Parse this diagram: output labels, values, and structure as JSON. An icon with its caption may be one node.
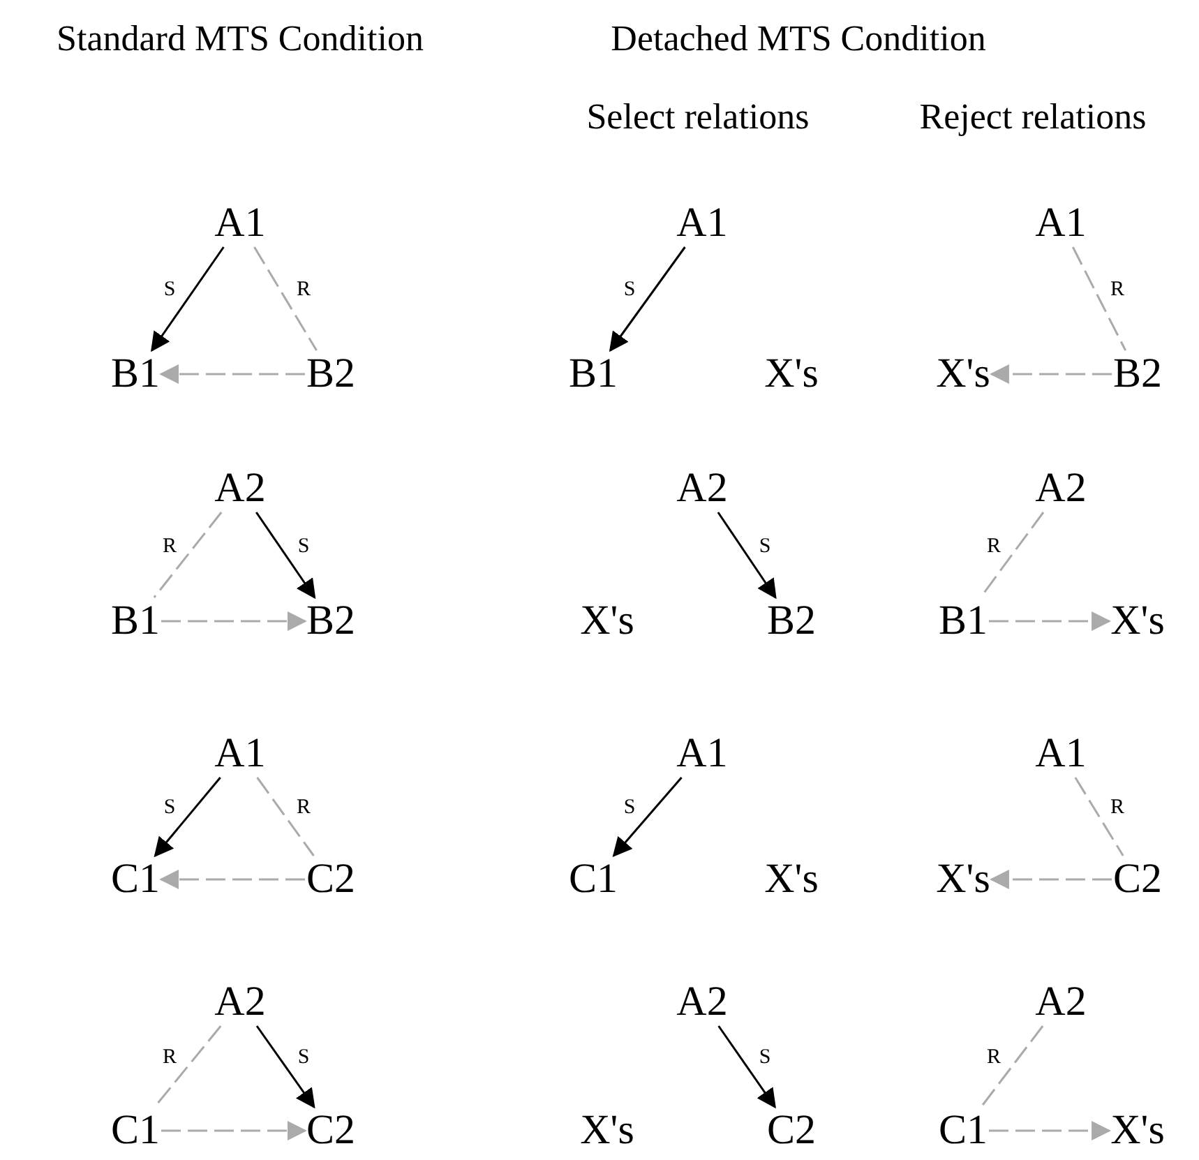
{
  "diagram": {
    "nodes": [
      {
        "text": [
          "A1"
        ]
      },
      {
        "text": [
          "B1"
        ]
      },
      {
        "text": [
          "B2"
        ]
      },
      {
        "text": [
          "A1"
        ]
      },
      {
        "text": [
          "B1"
        ]
      },
      {
        "text": [
          "A1"
        ]
      },
      {
        "text": [
          "X's"
        ]
      },
      {
        "text": [
          "B2"
        ]
      },
      {
        "text": [
          "A2"
        ]
      },
      {
        "text": [
          "B1"
        ]
      },
      {
        "text": [
          "B2"
        ]
      },
      {
        "text": [
          "A2"
        ]
      },
      {
        "text": [
          "B2"
        ]
      },
      {
        "text": [
          "A2"
        ]
      },
      {
        "text": [
          "B1"
        ]
      },
      {
        "text": [
          "X's"
        ]
      },
      {
        "text": [
          "A1"
        ]
      },
      {
        "text": [
          "C1"
        ]
      },
      {
        "text": [
          "C2"
        ]
      },
      {
        "text": [
          "A1"
        ]
      },
      {
        "text": [
          "C1"
        ]
      },
      {
        "text": [
          "A1"
        ]
      },
      {
        "text": [
          "X's"
        ]
      },
      {
        "text": [
          "C2"
        ]
      },
      {
        "text": [
          "A2"
        ]
      },
      {
        "text": [
          "C1"
        ]
      },
      {
        "text": [
          "C2"
        ]
      },
      {
        "text": [
          "A2"
        ]
      },
      {
        "text": [
          "C2"
        ]
      },
      {
        "text": [
          "A2"
        ]
      },
      {
        "text": [
          "C1"
        ]
      },
      {
        "text": [
          "X's"
        ]
      }
    ],
    "edges": [
      {
        "from": 0,
        "to": 1,
        "arrow": "to",
        "label": "S",
        "color": "#000000"
      },
      {
        "from": 0,
        "to": 2,
        "arrow": "none",
        "label": "R",
        "style": "dashed",
        "color": "#aaaaaa"
      },
      {
        "from": 2,
        "to": 1,
        "arrow": "to",
        "style": "dashed",
        "color": "#aaaaaa"
      },
      {
        "from": 3,
        "to": 4,
        "arrow": "to",
        "label": "S",
        "color": "#000000"
      },
      {
        "from": 5,
        "to": 7,
        "arrow": "none",
        "label": "R",
        "style": "dashed",
        "color": "#aaaaaa"
      },
      {
        "from": 7,
        "to": 6,
        "arrow": "to",
        "style": "dashed",
        "color": "#aaaaaa"
      },
      {
        "from": 8,
        "to": 10,
        "arrow": "to",
        "label": "S",
        "color": "#000000"
      },
      {
        "from": 8,
        "to": 9,
        "arrow": "none",
        "label": "R",
        "style": "dashed",
        "color": "#aaaaaa"
      },
      {
        "from": 9,
        "to": 10,
        "arrow": "to",
        "style": "dashed",
        "color": "#aaaaaa"
      },
      {
        "from": 11,
        "to": 12,
        "arrow": "to",
        "label": "S",
        "color": "#000000"
      },
      {
        "from": 13,
        "to": 14,
        "arrow": "none",
        "label": "R",
        "style": "dashed",
        "color": "#aaaaaa"
      },
      {
        "from": 14,
        "to": 15,
        "arrow": "to",
        "style": "dashed",
        "color": "#aaaaaa"
      },
      {
        "from": 16,
        "to": 17,
        "arrow": "to",
        "label": "S",
        "color": "#000000"
      },
      {
        "from": 16,
        "to": 18,
        "arrow": "none",
        "label": "R",
        "style": "dashed",
        "color": "#aaaaaa"
      },
      {
        "from": 18,
        "to": 17,
        "arrow": "to",
        "style": "dashed",
        "color": "#aaaaaa"
      },
      {
        "from": 19,
        "to": 20,
        "arrow": "to",
        "label": "S",
        "color": "#000000"
      },
      {
        "from": 21,
        "to": 23,
        "arrow": "none",
        "label": "R",
        "style": "dashed",
        "color": "#aaaaaa"
      },
      {
        "from": 23,
        "to": 22,
        "arrow": "to",
        "style": "dashed",
        "color": "#aaaaaa"
      },
      {
        "from": 24,
        "to": 26,
        "arrow": "to",
        "label": "S",
        "color": "#000000"
      },
      {
        "from": 24,
        "to": 25,
        "arrow": "none",
        "label": "R",
        "style": "dashed",
        "color": "#aaaaaa"
      },
      {
        "from": 25,
        "to": 26,
        "arrow": "to",
        "style": "dashed",
        "color": "#aaaaaa"
      },
      {
        "from": 27,
        "to": 28,
        "arrow": "to",
        "label": "S",
        "color": "#000000"
      },
      {
        "from": 29,
        "to": 30,
        "arrow": "none",
        "label": "R",
        "style": "dashed",
        "color": "#aaaaaa"
      },
      {
        "from": 30,
        "to": 31,
        "arrow": "to",
        "style": "dashed",
        "color": "#aaaaaa"
      }
    ],
    "labels": [
      "Standard MTS Condition",
      "Detached MTS Condition",
      "Select relations",
      "Reject relations",
      "X's",
      "X's",
      "X's",
      "X's"
    ]
  }
}
